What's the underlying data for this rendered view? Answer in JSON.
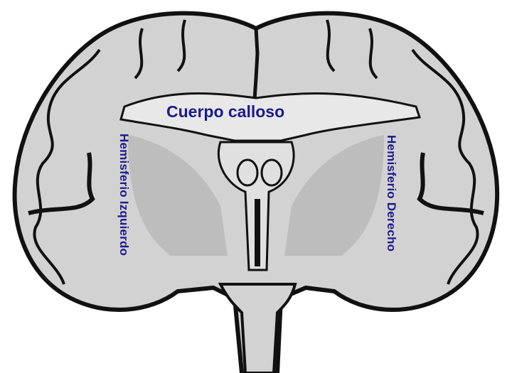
{
  "labels": {
    "corpus_callosum": "Cuerpo calloso",
    "left_hemisphere": "Hemisferio Izquierdo",
    "right_hemisphere": "Hemisferio Derecho"
  },
  "colors": {
    "label_text": "#1a1a8c",
    "tissue_fill": "#d2d2d2",
    "white_matter": "#bdbdbd",
    "outline": "#111111"
  }
}
